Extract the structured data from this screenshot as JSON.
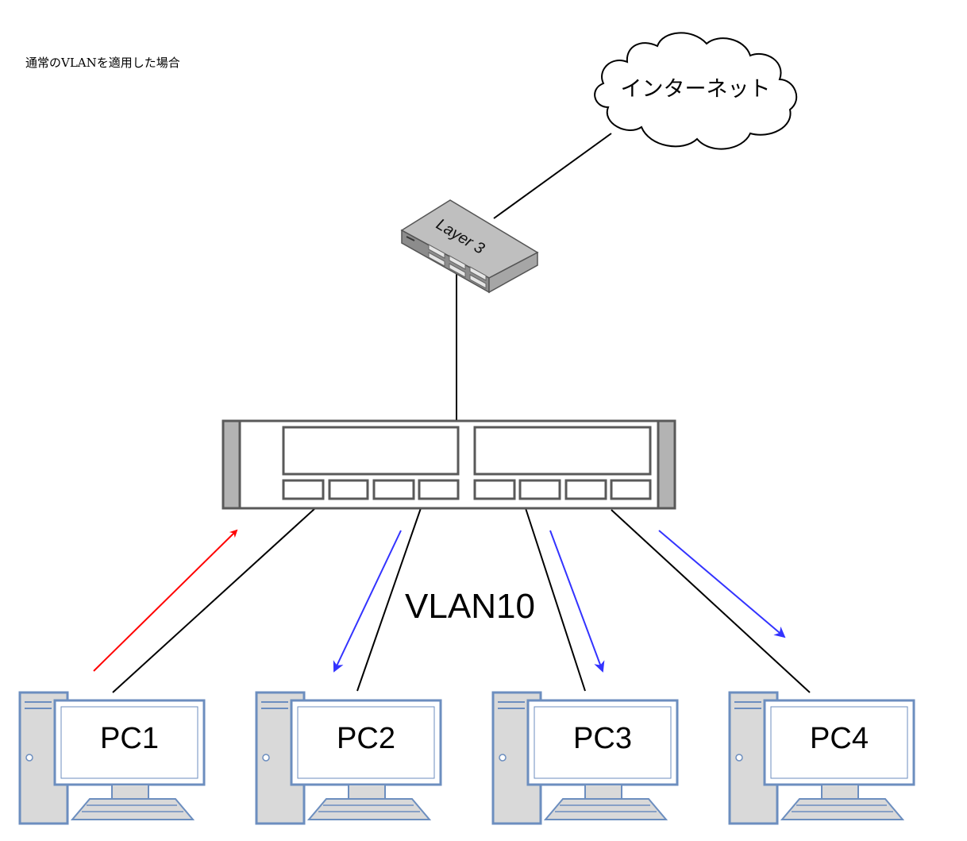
{
  "caption": "通常のVLANを適用した場合",
  "cloud_label": "インターネット",
  "router_label": "Layer 3",
  "vlan_label": "VLAN10",
  "pcs": [
    {
      "label": "PC1"
    },
    {
      "label": "PC2"
    },
    {
      "label": "PC3"
    },
    {
      "label": "PC4"
    }
  ],
  "colors": {
    "outbound_arrow": "#ff0000",
    "broadcast_arrow": "#3333ff",
    "pc_frame": "#6c8ebf",
    "pc_body": "#d9d9d9",
    "switch_frame": "#595959",
    "switch_side": "#b3b3b3"
  },
  "icons": [
    "cloud-icon",
    "layer3-switch-icon",
    "l2-switch-icon",
    "desktop-pc-icon"
  ]
}
